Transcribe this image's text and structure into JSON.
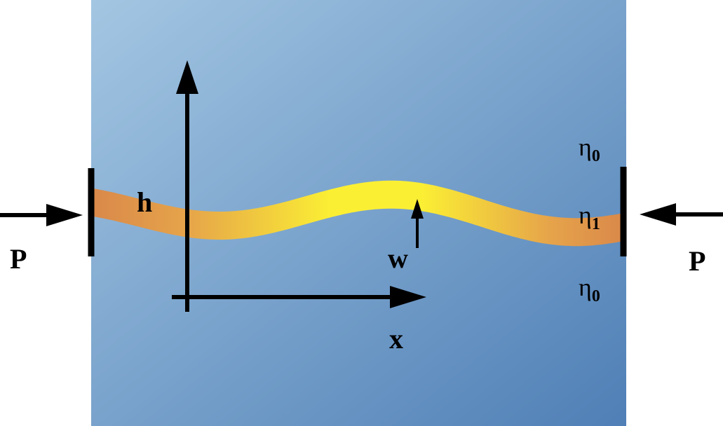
{
  "labels": {
    "force_left": "P",
    "force_right": "P",
    "thickness": "h",
    "deflection": "w",
    "axis_x": "x",
    "viscosity_top": {
      "symbol": "η",
      "subscript": "0"
    },
    "viscosity_layer": {
      "symbol": "η",
      "subscript": "1"
    },
    "viscosity_bottom": {
      "symbol": "η",
      "subscript": "0"
    }
  },
  "colors": {
    "medium_light": "#a3c6e2",
    "medium_dark": "#4f7fb6",
    "layer_edge": "#d9884a",
    "layer_center": "#fbef34",
    "ink": "#000000"
  }
}
